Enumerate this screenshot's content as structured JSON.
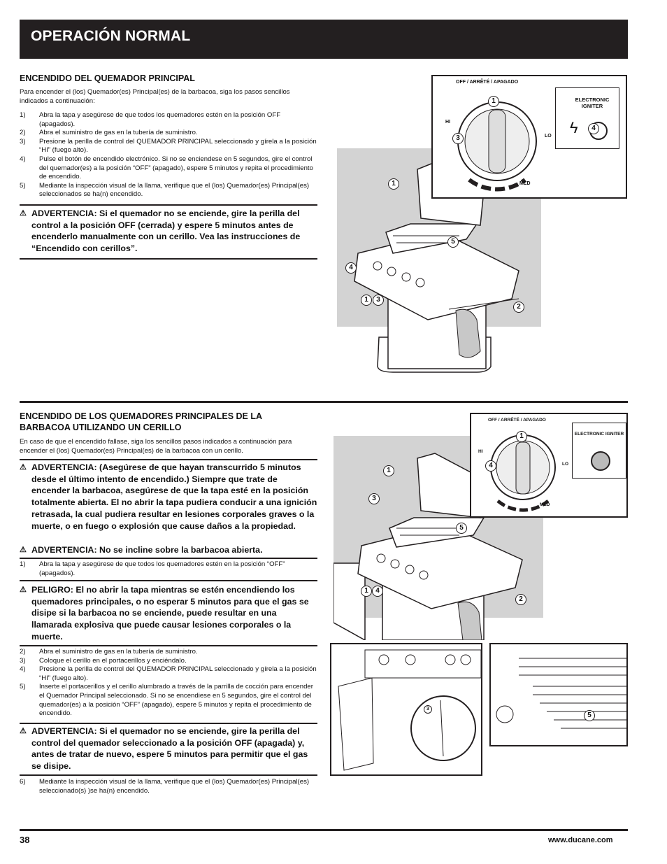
{
  "header": {
    "title": "OPERACIÓN NORMAL"
  },
  "section1": {
    "heading": "ENCENDIDO DEL QUEMADOR PRINCIPAL",
    "intro": "Para encender el (los) Quemador(es) Principal(es) de la barbacoa, siga los pasos sencillos indicados a continuación:",
    "steps": [
      {
        "n": "1)",
        "t": "Abra la tapa y asegúrese de que todos los quemadores estén en la posición OFF (apagados)."
      },
      {
        "n": "2)",
        "t": "Abra el suministro de gas en la tubería de suministro."
      },
      {
        "n": "3)",
        "t": "Presione la perilla de control del QUEMADOR PRINCIPAL seleccionado y gírela a la posición “HI” (fuego alto)."
      },
      {
        "n": "4)",
        "t": "Pulse el botón de encendido electrónico.  Si no se enciendese en 5 segundos, gire el control del quemador(es) a la posición “OFF” (apagado), espere 5 minutos y repita el procedimiento de encendido."
      },
      {
        "n": "5)",
        "t": "Mediante la inspección visual de la llama, verifique que el (los) Quemador(es) Principal(es) seleccionados se ha(n) encendido."
      }
    ],
    "warning": "ADVERTENCIA: Si el quemador no se enciende, gire la perilla del control a la posición OFF (cerrada) y espere 5 minutos antes de encenderlo manualmente con un cerillo. Vea las instrucciones de “Encendido con cerillos”."
  },
  "section2": {
    "heading": "ENCENDIDO DE LOS QUEMADORES PRINCIPALES DE LA BARBACOA UTILIZANDO UN CERILLO",
    "intro": "En caso de que el encendido fallase, siga los sencillos pasos indicados a continuación para encender el (los) Quemador(es) Principal(es) de la barbacoa con un cerillo.",
    "warning1": "ADVERTENCIA: (Asegúrese de que hayan transcurrido 5 minutos desde el último intento de encendido.) Siempre que trate de encender la barbacoa, asegúrese de que la tapa esté en la posición totalmente abierta. El no abrir la tapa pudiera conducir a una ignición retrasada, la cual pudiera resultar en lesiones corporales graves o la muerte, o en fuego o explosión que cause daños a la propiedad.",
    "warning2": "ADVERTENCIA: No se incline sobre la barbacoa abierta.",
    "step1": {
      "n": "1)",
      "t": "Abra la tapa y asegúrese de que todos los quemadores estén en la posición “OFF” (apagados)."
    },
    "danger": "PELIGRO: El no abrir la tapa mientras se estén encendiendo los quemadores principales, o no esperar 5 minutos para que el gas se disipe si la barbacoa no se enciende, puede resultar en una llamarada explosiva que puede causar lesiones corporales o la muerte.",
    "steps": [
      {
        "n": "2)",
        "t": "Abra el suministro de gas en la tubería de suministro."
      },
      {
        "n": "3)",
        "t": "Coloque el cerillo en el portacerillos y enciéndalo."
      },
      {
        "n": "4)",
        "t": "Presione la perilla de control del QUEMADOR PRINCIPAL seleccionado y gírela a la posición “HI” (fuego alto)."
      },
      {
        "n": "5)",
        "t": "Inserte el portacerillos y el cerillo alumbrado a través de la parrilla de cocción para encender el Quemador Principal seleccionado. Si no se encendiese en 5 segundos, gire el control del quemador(es) a la posición “OFF” (apagado), espere 5 minutos y repita el procedimiento de encendido."
      }
    ],
    "warning3": "ADVERTENCIA: Si el quemador no se enciende, gire la perilla del control del quemador seleccionado a la posición OFF (apagada) y,  antes de tratar de nuevo, espere 5 minutos para permitir que el gas se disipe.",
    "step6": {
      "n": "6)",
      "t": "Mediante la inspección visual de la llama, verifique que el (los) Quemador(es) Principal(es) seleccionado(s) )se ha(n) encendido."
    }
  },
  "figure1": {
    "knob_label": "OFF / ARRÊTÉ / APAGADO",
    "hi": "HI",
    "lo": "LO",
    "med": "MED",
    "igniter": "ELECTRONIC IGNITER",
    "callouts": [
      "1",
      "3",
      "4",
      "1",
      "5",
      "4",
      "1",
      "3",
      "2"
    ]
  },
  "figure2": {
    "knob_label": "OFF / ARRÊTÉ / APAGADO",
    "hi": "HI",
    "lo": "LO",
    "med": "MED",
    "igniter": "ELECTRONIC IGNITER",
    "callouts": [
      "1",
      "4",
      "1",
      "3",
      "5",
      "1",
      "4",
      "2",
      "3",
      "5"
    ]
  },
  "footer": {
    "page": "38",
    "url": "www.ducane.com"
  }
}
